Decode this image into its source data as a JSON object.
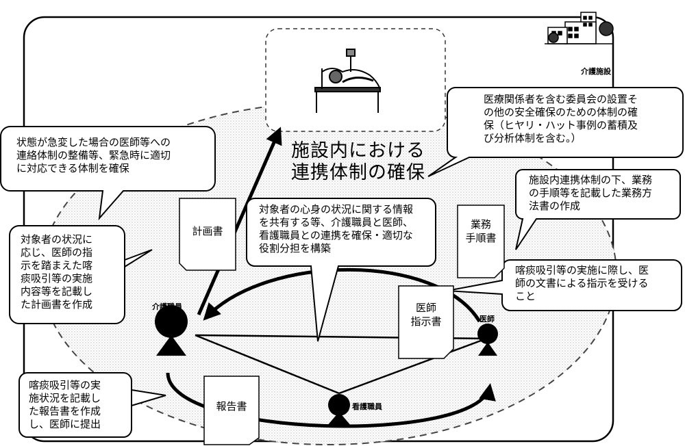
{
  "title": "施設内における\n連携体制の確保",
  "roles": {
    "facility": "介護施設",
    "care_worker": "介護職員",
    "nurse": "看護職員",
    "doctor": "医師"
  },
  "documents": {
    "plan": "計画書",
    "procedures": "業務\n手順書",
    "doctor_instruction": "医師\n指示書",
    "report": "報告書"
  },
  "callouts": {
    "emergency": "状態が急変した場合の医師等への\n連絡体制の整備等、緊急時に適切\nに対応できる体制を確保",
    "safety_committee": "医療関係者を含む委員会の設置そ\nの他の安全確保のための体制の確\n保（ヒヤリ・ハット事例の蓄積及\nび分析体制を含む。）",
    "procedures_doc": "施設内連携体制の下、業務\nの手順等を記載した業務方\n法書の作成",
    "information_sharing": "対象者の心身の状況に関する情報\nを共有する等、介護職員と医師、\n看護職員との連携を確保・適切な\n役割分担を構築",
    "plan_doc": "対象者の状況に\n応じ、医師の指\n示を踏まえた喀\n痰吸引等の実施\n内容等を記載し\nた計画書を作成",
    "doctor_instruction_doc": "喀痰吸引等の実施に際し、医\n師の文書による指示を受ける\nこと",
    "report_doc": "喀痰吸引等の実\n施状況を記載し\nた報告書を作成\nし、医師に提出"
  },
  "icons": [
    "building-icon",
    "patient-in-bed-icon",
    "care-worker-icon",
    "nurse-icon",
    "doctor-icon"
  ]
}
